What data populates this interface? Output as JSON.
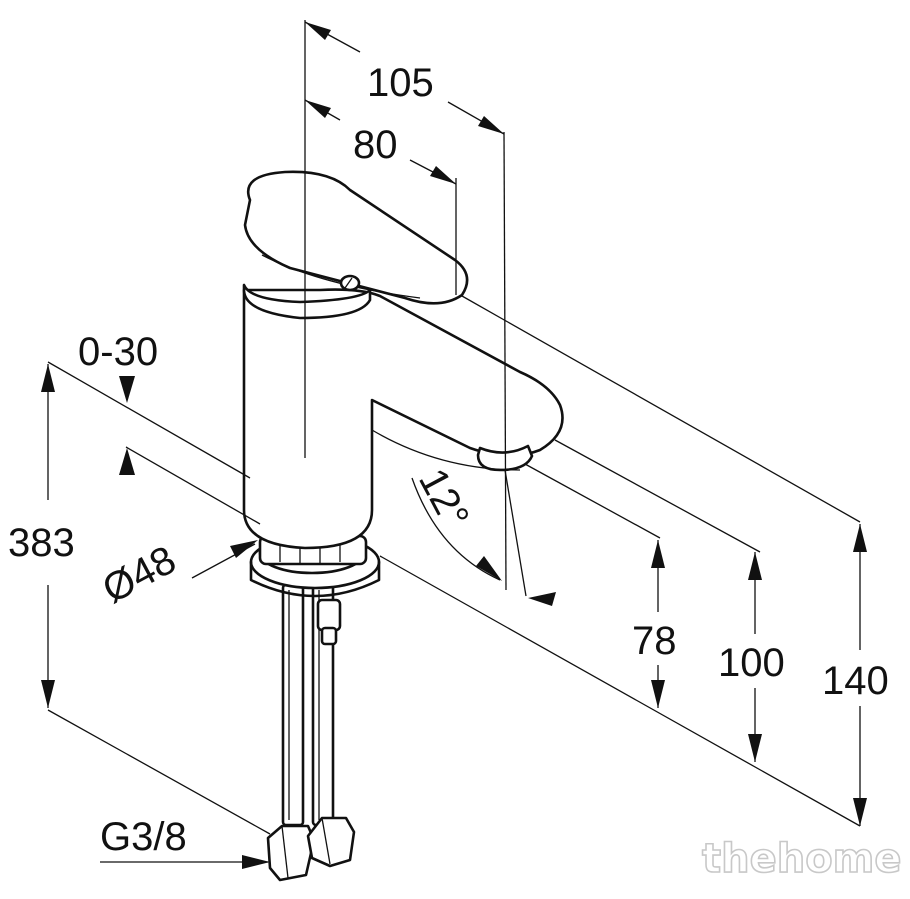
{
  "dimensions": {
    "width_total": "105",
    "width_spout": "80",
    "lever_range": "0-30",
    "overall_height": "383",
    "base_diameter": "Ø48",
    "angle": "12°",
    "outlet_height": "78",
    "spout_height": "100",
    "tap_height": "140",
    "connection": "G3/8"
  },
  "watermark": "thehome",
  "colors": {
    "line": "#111111",
    "background": "#ffffff",
    "watermark": "#c8c8c8"
  }
}
